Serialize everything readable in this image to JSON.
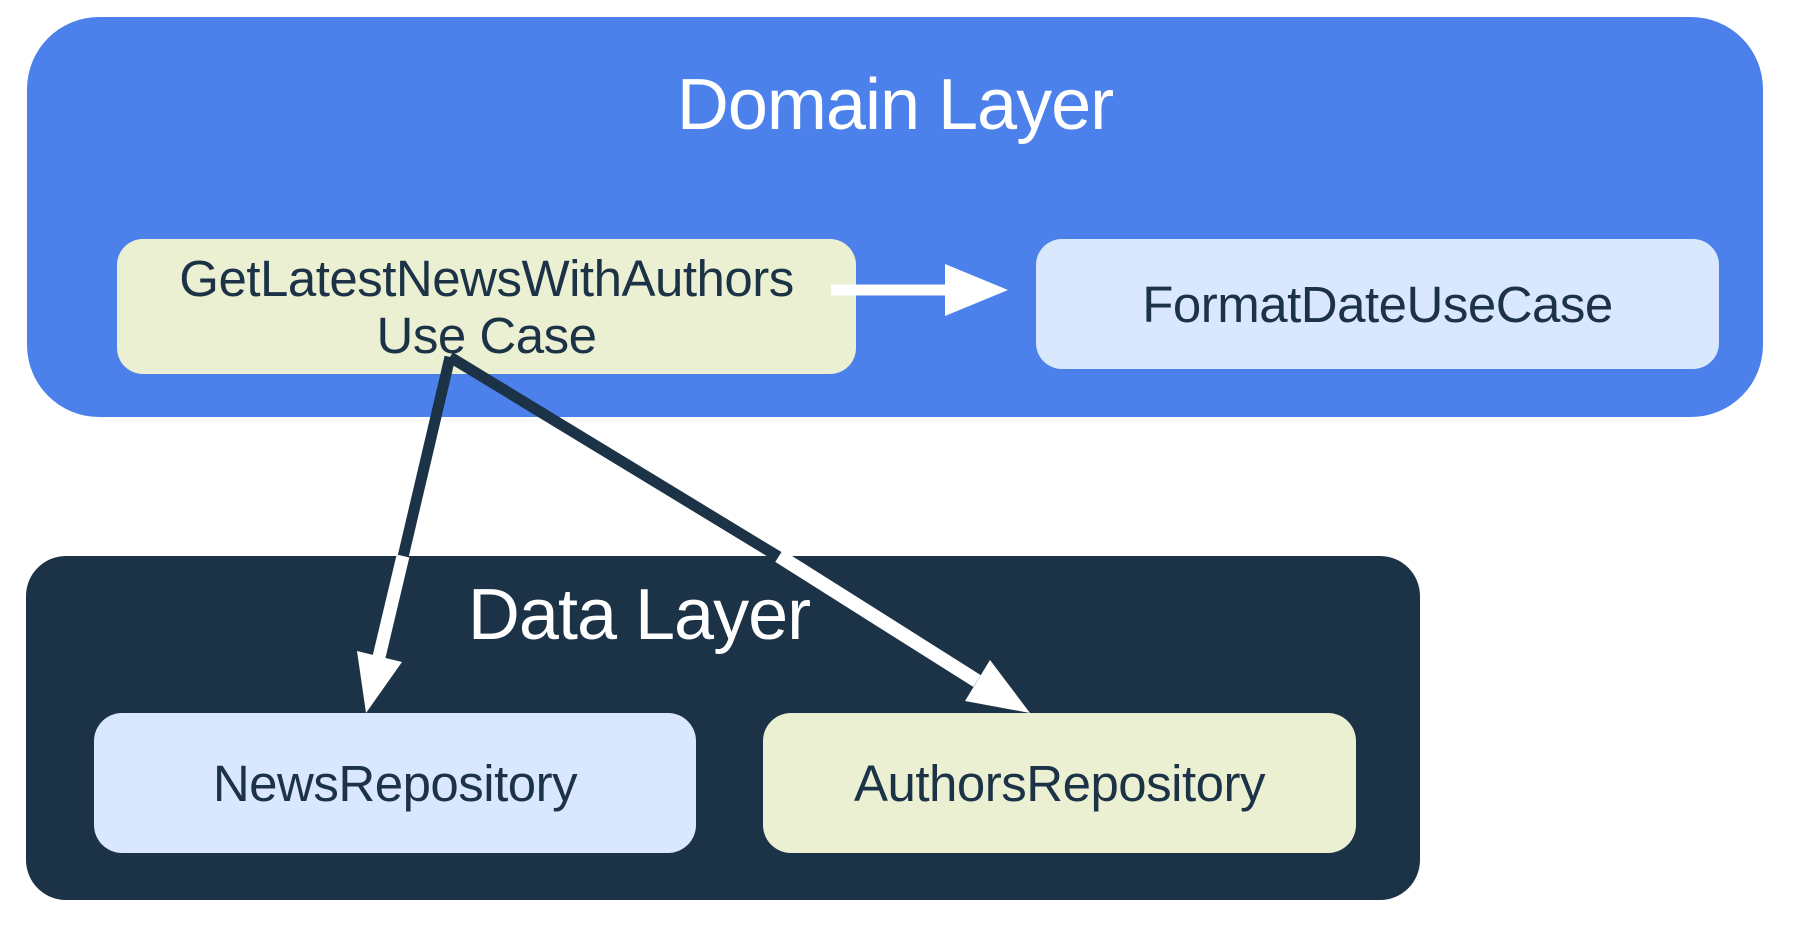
{
  "diagram": {
    "type": "architecture-diagram",
    "layers": [
      {
        "name": "Domain Layer",
        "nodes": [
          {
            "label": "GetLatestNewsWithAuthors Use Case",
            "line1": "GetLatestNewsWithAuthors",
            "line2": "Use Case",
            "fill": "#EAF0D1"
          },
          {
            "label": "FormatDateUseCase",
            "fill": "#D9E8FC"
          }
        ]
      },
      {
        "name": "Data Layer",
        "nodes": [
          {
            "label": "NewsRepository",
            "fill": "#D9E8FC"
          },
          {
            "label": "AuthorsRepository",
            "fill": "#EAF0D1"
          }
        ]
      }
    ],
    "arrows": [
      {
        "from": "GetLatestNewsWithAuthors Use Case",
        "to": "FormatDateUseCase",
        "color": "#FFFFFF"
      },
      {
        "from": "GetLatestNewsWithAuthors Use Case",
        "to": "NewsRepository",
        "color_on_light": "#1C3247",
        "color_on_dark": "#FFFFFF"
      },
      {
        "from": "GetLatestNewsWithAuthors Use Case",
        "to": "AuthorsRepository",
        "color_on_light": "#1C3247",
        "color_on_dark": "#FFFFFF"
      }
    ],
    "colors": {
      "background": "#FFFFFF",
      "domain_layer_bg": "#4C81EB",
      "data_layer_bg": "#1C3247",
      "node_cream_bg": "#EAF0D1",
      "node_light_blue_bg": "#D9E8FC",
      "node_text": "#1C3247",
      "layer_title_text": "#FFFFFF"
    }
  }
}
